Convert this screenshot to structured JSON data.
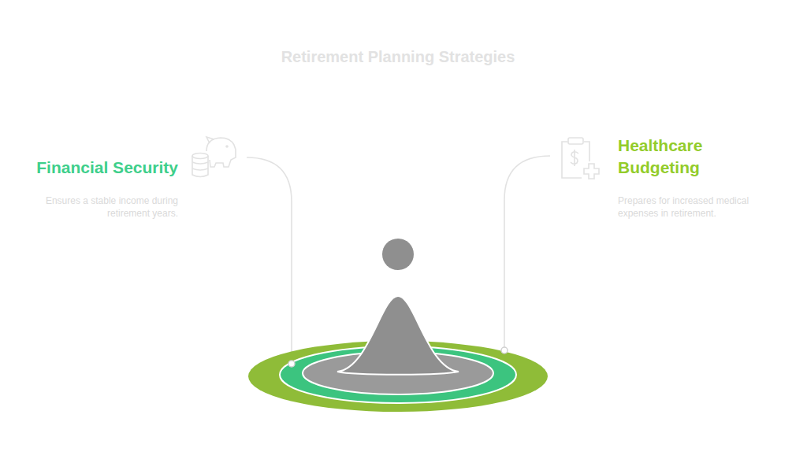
{
  "diagram": {
    "title": "Retirement Planning Strategies",
    "labels": [
      "Financial Security",
      "Ensures a stable income during retirement years.",
      "Healthcare Budgeting",
      "Prepares for increased medical expenses in retirement."
    ]
  }
}
